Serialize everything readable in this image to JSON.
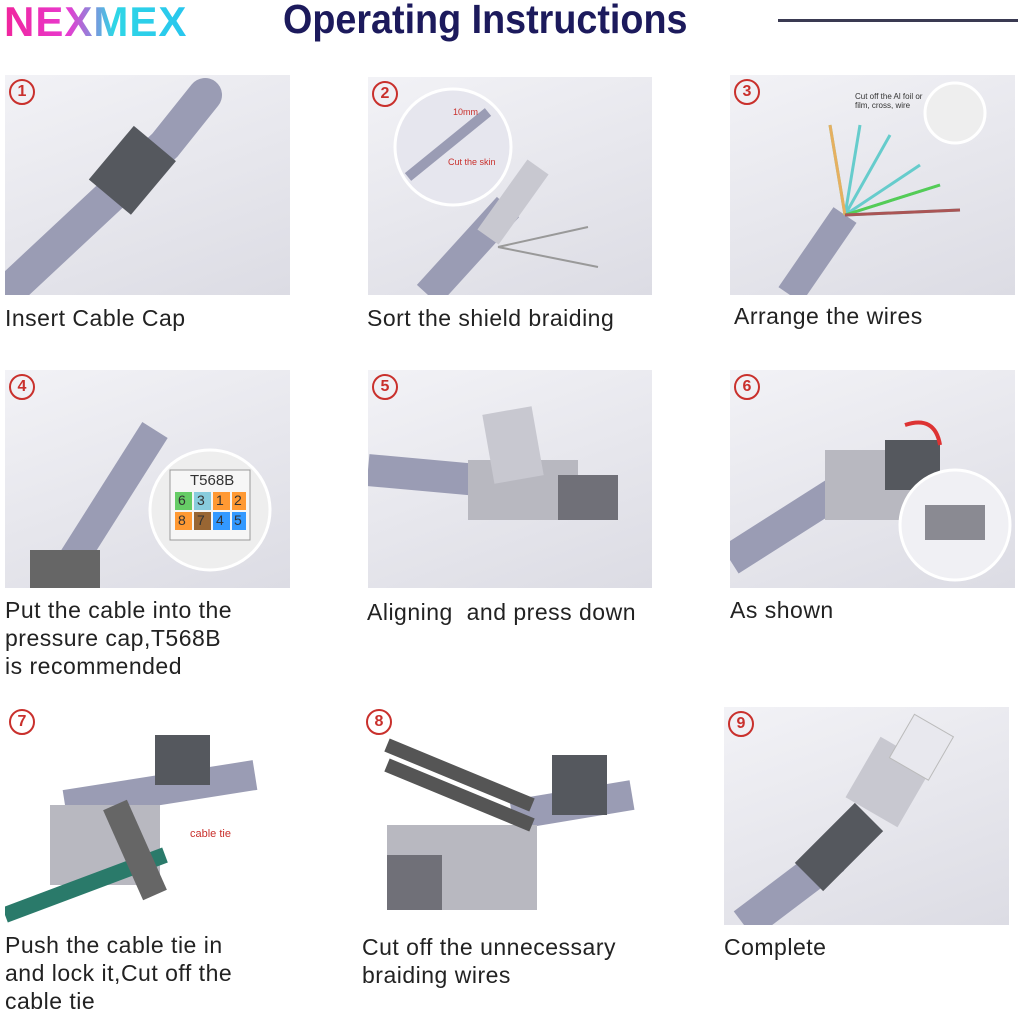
{
  "header": {
    "brand": "NEXMEX",
    "title": "Operating Instructions"
  },
  "steps": [
    {
      "number": "1",
      "caption": "Insert Cable Cap"
    },
    {
      "number": "2",
      "caption": "Sort the shield braiding",
      "photo_labels": [
        "10mm",
        "Cut the skin"
      ]
    },
    {
      "number": "3",
      "caption": "Arrange the wires",
      "photo_labels": [
        "Cut off the Al foil or film, cross, wire"
      ]
    },
    {
      "number": "4",
      "caption": [
        "Put the cable into the",
        "pressure cap,T568B",
        "is recommended"
      ],
      "photo_labels": [
        "T568B",
        "6",
        "3",
        "1",
        "2",
        "8",
        "7",
        "4",
        "5"
      ]
    },
    {
      "number": "5",
      "caption": "Aligning  and press down"
    },
    {
      "number": "6",
      "caption": "As shown"
    },
    {
      "number": "7",
      "caption": [
        "Push the cable tie in",
        "and lock it,Cut off the",
        "cable tie"
      ],
      "photo_labels": [
        "cable tie"
      ]
    },
    {
      "number": "8",
      "caption": [
        "Cut off the unnecessary",
        "braiding wires"
      ]
    },
    {
      "number": "9",
      "caption": "Complete"
    }
  ],
  "colors": {
    "brand_pink": "#f0259c",
    "brand_cyan": "#2fd6e6",
    "title": "#1c1a5c",
    "step_number": "#c9302c",
    "cable": "#9a9cb4"
  }
}
